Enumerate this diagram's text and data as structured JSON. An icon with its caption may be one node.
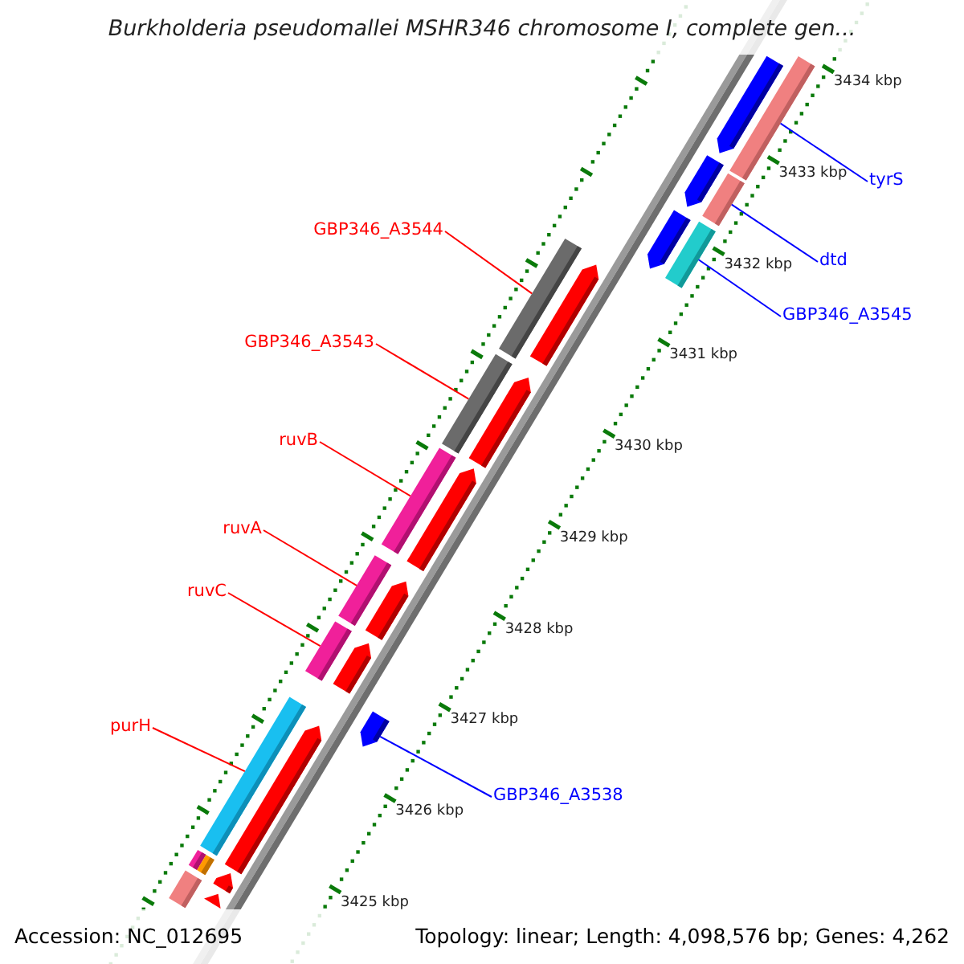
{
  "diagram": {
    "title": "Burkholderia pseudomallei MSHR346 chromosome I, complete gen...",
    "nodes": [
      {
        "text": [
          "tyrS"
        ]
      },
      {
        "text": [
          "GBP346_A3544"
        ]
      },
      {
        "text": [
          "dtd"
        ]
      },
      {
        "text": [
          "GBP346_A3545"
        ]
      },
      {
        "text": [
          "GBP346_A3543"
        ]
      },
      {
        "text": [
          "ruvB"
        ]
      },
      {
        "text": [
          "ruvA"
        ]
      },
      {
        "text": [
          "ruvC"
        ]
      },
      {
        "text": [
          "purH"
        ]
      },
      {
        "text": [
          "GBP346_A3538"
        ]
      },
      {
        "text": [],
        "shape": "arrow"
      },
      {
        "text": [],
        "shape": "bar"
      },
      {
        "text": [],
        "shape": "arrow"
      },
      {
        "text": [],
        "shape": "bar"
      },
      {
        "text": [],
        "shape": "arrow"
      },
      {
        "text": [],
        "shape": "bar"
      },
      {
        "text": [],
        "shape": "bar"
      },
      {
        "text": [],
        "shape": "arrow"
      },
      {
        "text": [],
        "shape": "bar"
      },
      {
        "text": [],
        "shape": "arrow"
      },
      {
        "text": [],
        "shape": "bar"
      },
      {
        "text": [],
        "shape": "arrow"
      },
      {
        "text": [],
        "shape": "bar"
      },
      {
        "text": [],
        "shape": "arrow"
      },
      {
        "text": [],
        "shape": "bar"
      },
      {
        "text": [],
        "shape": "arrow"
      },
      {
        "text": [],
        "shape": "bar"
      },
      {
        "text": [],
        "shape": "arrow"
      },
      {
        "text": [],
        "shape": "arrow"
      },
      {
        "text": [],
        "shape": "bar"
      },
      {
        "text": [],
        "shape": "bar"
      },
      {
        "text": [],
        "shape": "arrow"
      },
      {
        "text": [],
        "shape": "bar"
      },
      {
        "text": [],
        "shape": "arrow"
      }
    ],
    "edges": [
      {
        "from": 0,
        "to": 11,
        "arrow": "none",
        "color": "#0000ff"
      },
      {
        "from": 1,
        "to": 16,
        "arrow": "none"
      },
      {
        "from": 2,
        "to": 13,
        "arrow": "none",
        "color": "#0000ff"
      },
      {
        "from": 3,
        "to": 15,
        "arrow": "none",
        "color": "#0000ff"
      },
      {
        "from": 4,
        "to": 18,
        "arrow": "none"
      },
      {
        "from": 5,
        "to": 20,
        "arrow": "none"
      },
      {
        "from": 6,
        "to": 22,
        "arrow": "none"
      },
      {
        "from": 7,
        "to": 24,
        "arrow": "none"
      },
      {
        "from": 8,
        "to": 26,
        "arrow": "none"
      },
      {
        "from": 9,
        "to": 27,
        "arrow": "none",
        "color": "#0000ff"
      }
    ],
    "labels": [
      "3434 kbp",
      "3433 kbp",
      "3432 kbp",
      "3431 kbp",
      "3430 kbp",
      "3429 kbp",
      "3428 kbp",
      "3427 kbp",
      "3426 kbp",
      "3425 kbp",
      "Accession: NC_012695",
      "Topology: linear; Length: 4,098,576 bp; Genes: 4,262"
    ]
  }
}
